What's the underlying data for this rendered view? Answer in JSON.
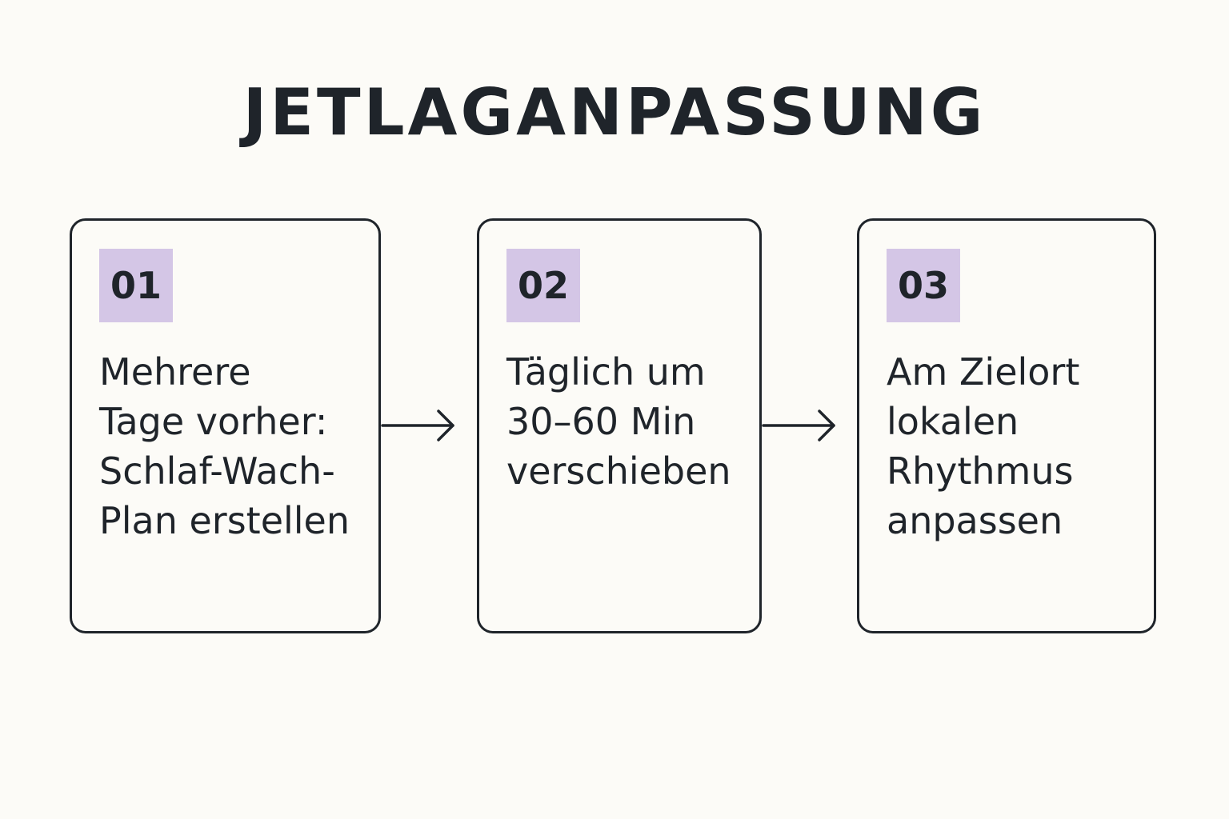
{
  "title": "JETLAGANPASSUNG",
  "colors": {
    "background": "#fcfbf7",
    "text": "#1f242a",
    "badge": "#d4c6e6",
    "border": "#1f242a"
  },
  "steps": [
    {
      "number": "01",
      "text": "Mehrere\nTage vorher:\nSchlaf-Wach-\nPlan erstellen"
    },
    {
      "number": "02",
      "text": "Täglich um\n30–60 Min\nverschieben"
    },
    {
      "number": "03",
      "text": "Am Zielort\nlokalen\nRhythmus\nanpassen"
    }
  ],
  "arrows": [
    {
      "icon": "arrow-right-icon"
    },
    {
      "icon": "arrow-right-icon"
    }
  ]
}
